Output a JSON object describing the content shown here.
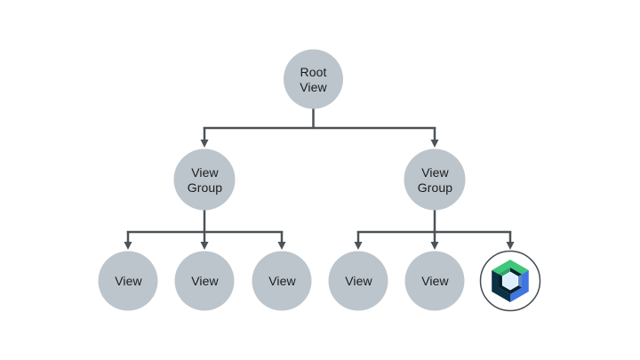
{
  "colors": {
    "background": "#FFFFFF",
    "line": "#4D5256",
    "node_fill": "#BCC5CB",
    "node_text": "#1A1C1E",
    "compose_ring": "#454C52",
    "compose_fill": "#FFFFFF"
  },
  "nodes": {
    "root": {
      "label": "Root\nView"
    },
    "view_group_left": {
      "label": "View\nGroup"
    },
    "view_group_right": {
      "label": "View\nGroup"
    },
    "view_left_1": {
      "label": "View"
    },
    "view_left_2": {
      "label": "View"
    },
    "view_left_3": {
      "label": "View"
    },
    "view_right_1": {
      "label": "View"
    },
    "view_right_2": {
      "label": "View"
    },
    "compose_node": {
      "icon": "jetpack-compose-icon"
    }
  },
  "compose_logo": {
    "green": "#3EC77B",
    "green_dark": "#2EA36B",
    "blue": "#4175E0",
    "blue_muted": "#5E89CB",
    "navy": "#0D3144",
    "inner_shadow": "#07222F",
    "core": "#DDEFFC"
  }
}
